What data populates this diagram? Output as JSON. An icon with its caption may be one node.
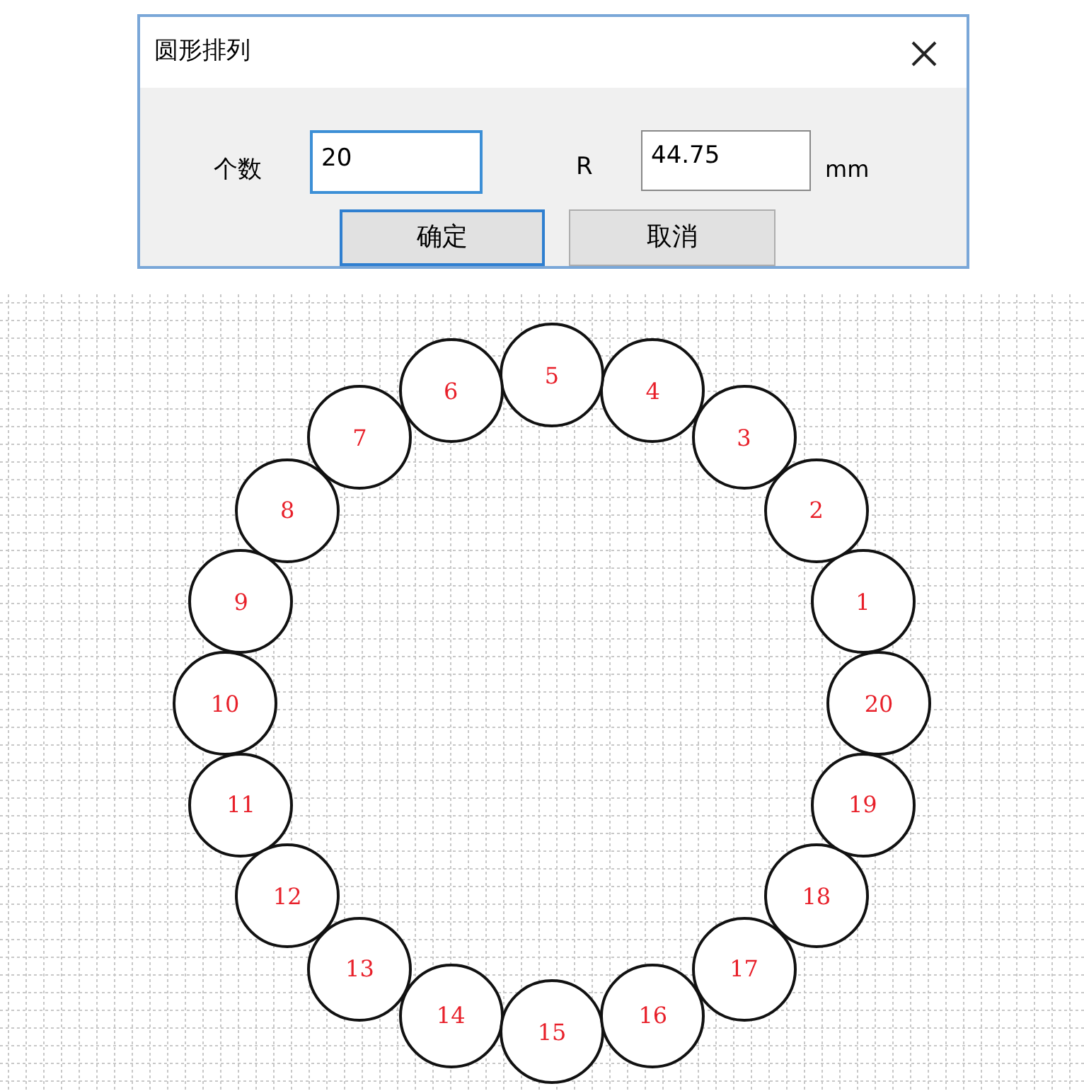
{
  "diagram": {
    "nodes": [
      {
        "text": [
          "1"
        ]
      },
      {
        "text": [
          "2"
        ]
      },
      {
        "text": [
          "3"
        ]
      },
      {
        "text": [
          "4"
        ]
      },
      {
        "text": [
          "5"
        ]
      },
      {
        "text": [
          "6"
        ]
      },
      {
        "text": [
          "7"
        ]
      },
      {
        "text": [
          "8"
        ]
      },
      {
        "text": [
          "9"
        ]
      },
      {
        "text": [
          "10"
        ]
      },
      {
        "text": [
          "11"
        ]
      },
      {
        "text": [
          "12"
        ]
      },
      {
        "text": [
          "13"
        ]
      },
      {
        "text": [
          "14"
        ]
      },
      {
        "text": [
          "15"
        ]
      },
      {
        "text": [
          "16"
        ]
      },
      {
        "text": [
          "17"
        ]
      },
      {
        "text": [
          "18"
        ]
      },
      {
        "text": [
          "19"
        ]
      },
      {
        "text": [
          "20"
        ]
      }
    ],
    "labels": [
      "圆形排列",
      "个数",
      "20",
      "R",
      "44.75",
      "mm",
      "确定",
      "取消"
    ]
  }
}
